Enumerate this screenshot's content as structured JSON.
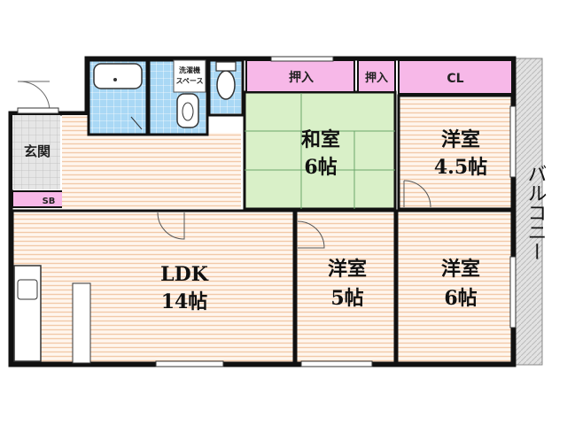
{
  "rooms": {
    "ldk": {
      "name": "LDK",
      "size": "14帖"
    },
    "washitsu": {
      "name": "和室",
      "size": "6帖"
    },
    "yoshitsu_45": {
      "name": "洋室",
      "size": "4.5帖"
    },
    "yoshitsu_5": {
      "name": "洋室",
      "size": "5帖"
    },
    "yoshitsu_6": {
      "name": "洋室",
      "size": "6帖"
    }
  },
  "storage": {
    "oshiire_1": "押入",
    "oshiire_2": "押入",
    "closet": "CL",
    "shoe_box": "SB"
  },
  "entrance": "玄関",
  "balcony": "バルコニー",
  "washer_space": {
    "line1": "洗濯機",
    "line2": "スペース"
  },
  "colors": {
    "wall": "#111111",
    "floor_stripe": "#f2c9a8",
    "tatami": "#d9f0c8",
    "storage": "#f7b8e8",
    "wet_area": "#a9d8f5",
    "balcony": "#d0d0d0"
  }
}
